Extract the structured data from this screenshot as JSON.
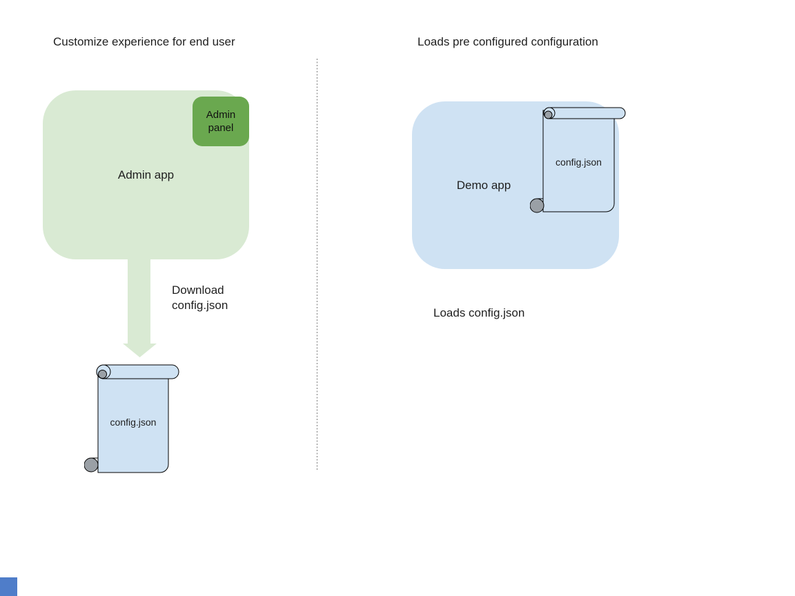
{
  "colors": {
    "background": "#ffffff",
    "light_green": "#d9ead3",
    "dark_green": "#6aa84f",
    "light_blue": "#cfe2f3",
    "outline": "#000000",
    "curl_gray": "#9aa0a6",
    "divider_gray": "#8a8a8a",
    "text": "#1f1f1f",
    "blue_square": "#4f7dc9"
  },
  "left": {
    "title": "Customize experience for end user",
    "admin_app_label": "Admin app",
    "admin_panel_label": "Admin panel",
    "arrow_label": "Download\nconfig.json",
    "scroll_label": "config.json"
  },
  "right": {
    "title": "Loads pre configured configuration",
    "demo_app_label": "Demo app",
    "scroll_label": "config.json",
    "caption": "Loads config.json"
  }
}
